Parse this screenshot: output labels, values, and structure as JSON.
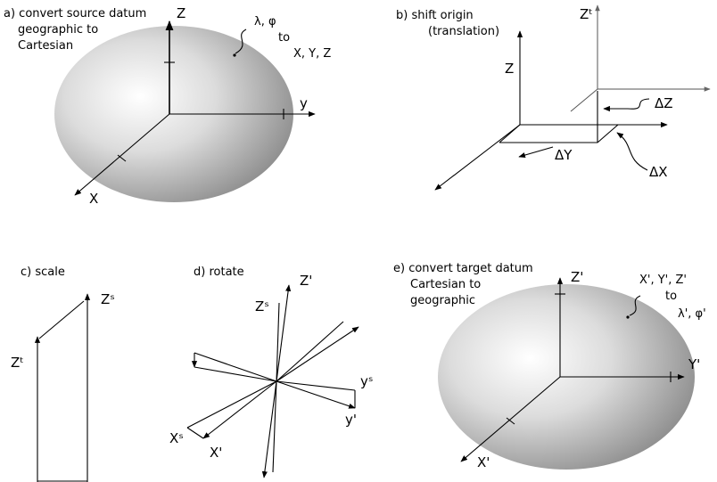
{
  "panels": {
    "a": {
      "caption_lines": [
        "a) convert source datum",
        "geographic to",
        "Cartesian"
      ],
      "z": "Z",
      "y": "y",
      "x": "X",
      "coord_in": "λ, φ",
      "to": "to",
      "coord_out": "X, Y, Z"
    },
    "b": {
      "caption_lines": [
        "b) shift origin",
        "(translation)"
      ],
      "z_t": "Zᵗ",
      "z": "Z",
      "dz": "ΔZ",
      "dy": "ΔY",
      "dx": "ΔX"
    },
    "c": {
      "caption": "c) scale",
      "z_s": "Zˢ",
      "z_t": "Zᵗ"
    },
    "d": {
      "caption": "d) rotate",
      "z_prime": "Z'",
      "z_s": "Zˢ",
      "y_s": "yˢ",
      "y_prime": "y'",
      "x_s": "Xˢ",
      "x_prime": "X'"
    },
    "e": {
      "caption_lines": [
        "e) convert target datum",
        "Cartesian to",
        "geographic"
      ],
      "z_prime": "Z'",
      "coord_in": "X', Y', Z'",
      "to": "to",
      "coord_out": "λ', φ'",
      "y_prime": "Y'",
      "x_prime": "X'"
    }
  }
}
